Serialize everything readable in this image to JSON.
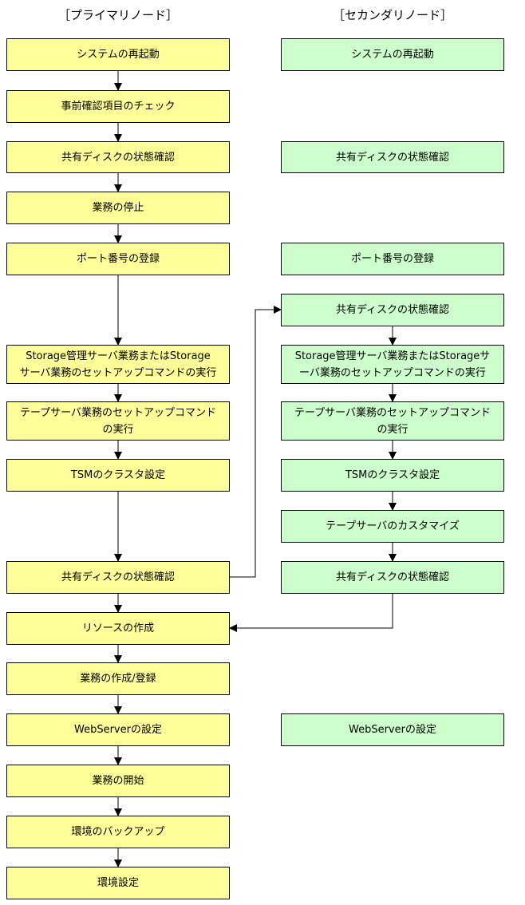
{
  "headers": {
    "primary": "［プライマリノード］",
    "secondary": "［セカンダリノード］"
  },
  "primary": [
    "システムの再起動",
    "事前確認項目のチェック",
    "共有ディスクの状態確認",
    "業務の停止",
    "ポート番号の登録",
    "Storage管理サーバ業務またはStorage\nサーバ業務のセットアップコマンドの実行",
    "テープサーバ業務のセットアップコマンド\nの実行",
    "TSMのクラスタ設定",
    "共有ディスクの状態確認",
    "リソースの作成",
    "業務の作成/登録",
    "WebServerの設定",
    "業務の開始",
    "環境のバックアップ",
    "環境設定"
  ],
  "secondary": [
    "システムの再起動",
    "共有ディスクの状態確認",
    "ポート番号の登録",
    "共有ディスクの状態確認",
    "Storage管理サーバ業務またはStorageサ\nーバ業務のセットアップコマンドの実行",
    "テープサーバ業務のセットアップコマンド\nの実行",
    "TSMのクラスタ設定",
    "テープサーバのカスタマイズ",
    "共有ディスクの状態確認",
    "WebServerの設定"
  ],
  "colors": {
    "primary_fill": "#ffff99",
    "secondary_fill": "#ccffcc",
    "stroke": "#000000"
  }
}
